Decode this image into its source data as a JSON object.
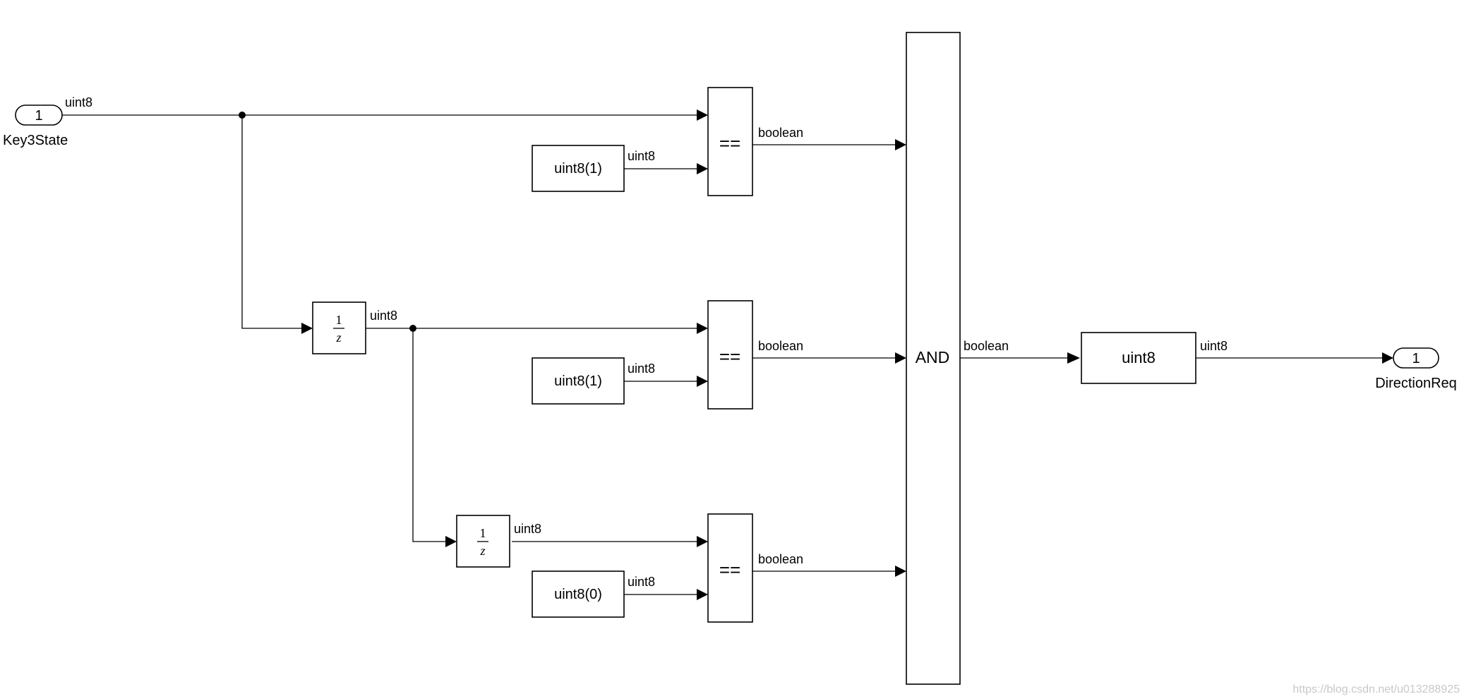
{
  "inport": {
    "number": "1",
    "name": "Key3State",
    "signal": "uint8"
  },
  "outport": {
    "number": "1",
    "name": "DirectionReq",
    "signal": "uint8"
  },
  "delays": [
    {
      "numerator": "1",
      "denominator": "z",
      "signal": "uint8"
    },
    {
      "numerator": "1",
      "denominator": "z",
      "signal": "uint8"
    }
  ],
  "constants": [
    {
      "label": "uint8(1)",
      "signal": "uint8"
    },
    {
      "label": "uint8(1)",
      "signal": "uint8"
    },
    {
      "label": "uint8(0)",
      "signal": "uint8"
    }
  ],
  "compares": [
    {
      "operator": "==",
      "signal": "boolean"
    },
    {
      "operator": "==",
      "signal": "boolean"
    },
    {
      "operator": "==",
      "signal": "boolean"
    }
  ],
  "logic": {
    "operator": "AND",
    "signal": "boolean"
  },
  "convert": {
    "label": "uint8",
    "signal": "uint8"
  },
  "watermark": "https://blog.csdn.net/u013288925"
}
